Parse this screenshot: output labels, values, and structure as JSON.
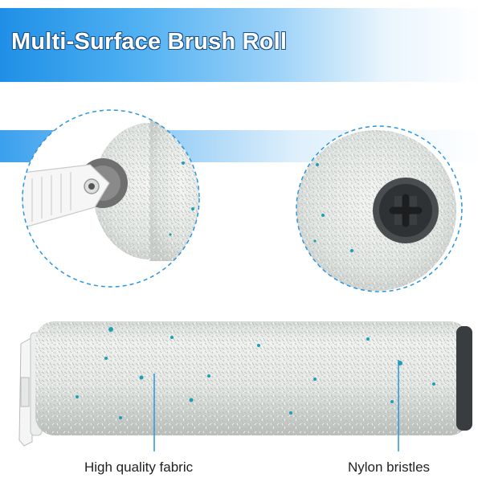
{
  "banner": {
    "title": "Multi-Surface Brush Roll"
  },
  "captions": {
    "left": "High quality fabric",
    "right": "Nylon bristles"
  },
  "colors": {
    "banner_blue": "#1f8fe6",
    "dash_blue": "#2b95e0",
    "fabric": "#e9ecea",
    "bristle_accent": "#1f9fb5",
    "hub": "#4a4a4a"
  }
}
